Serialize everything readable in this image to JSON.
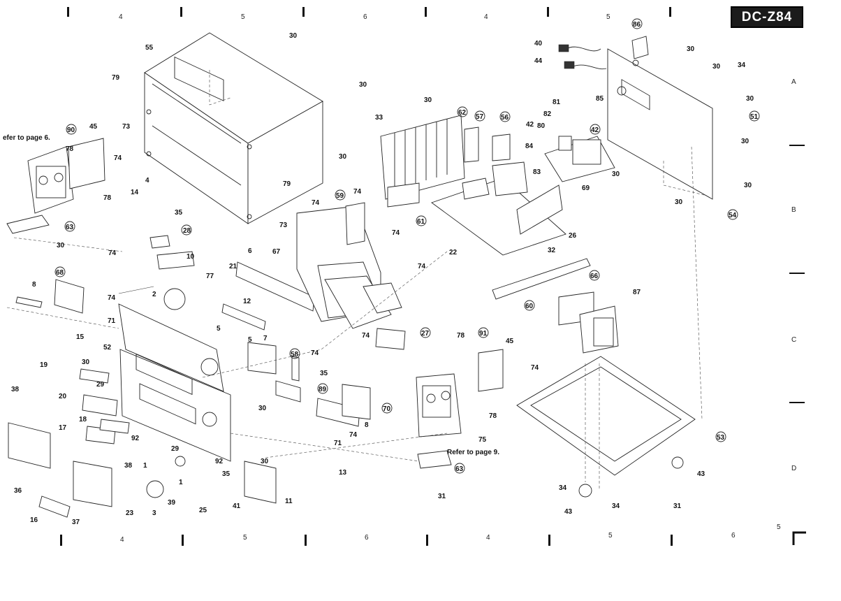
{
  "header": {
    "model": "DC-Z84"
  },
  "page_number": "5",
  "grid_columns_top": [
    "4",
    "5",
    "6",
    "4",
    "5"
  ],
  "grid_columns_bottom": [
    "4",
    "5",
    "6",
    "4",
    "5",
    "6"
  ],
  "grid_rows": [
    "A",
    "B",
    "C",
    "D"
  ],
  "notes": {
    "refer_page_6": "efer to page 6.",
    "refer_page_9": "Refer to page 9."
  },
  "callouts": {
    "p55": "55",
    "p79a": "79",
    "p73a": "73",
    "p30a": "30",
    "p30b": "30",
    "p79b": "79",
    "p73b": "73",
    "p90": "90",
    "p45a": "45",
    "p78a": "78",
    "p74a": "74",
    "p78b": "78",
    "p63a": "63",
    "p30c": "30",
    "p14": "14",
    "p4": "4",
    "p35a": "35",
    "p28": "28",
    "p10": "10",
    "p74b": "74",
    "p68": "68",
    "p8a": "8",
    "p74c": "74",
    "p71a": "71",
    "p2": "2",
    "p77": "77",
    "p5a": "5",
    "p15": "15",
    "p52": "52",
    "p5b": "5",
    "p19": "19",
    "p30d": "30",
    "p29a": "29",
    "p20": "20",
    "p18": "18",
    "p17": "17",
    "p38a": "38",
    "p92a": "92",
    "p1": "1",
    "p29b": "29",
    "p38b": "38",
    "p36": "36",
    "p16": "16",
    "p37": "37",
    "p23": "23",
    "p3": "3",
    "p39": "39",
    "p1b": "1",
    "p92b": "92",
    "p35b": "35",
    "p25": "25",
    "p41": "41",
    "p30e": "30",
    "p30f": "30",
    "p11": "11",
    "p33": "33",
    "p30g": "30",
    "p62": "62",
    "p57": "57",
    "p30h": "30",
    "p21": "21",
    "p6": "6",
    "p12": "12",
    "p74d": "74",
    "p59": "59",
    "p74e": "74",
    "p67": "67",
    "p61": "61",
    "p74f": "74",
    "p74g": "74",
    "p74h": "74",
    "p27": "27",
    "p7": "7",
    "p58": "58",
    "p74i": "74",
    "p35c": "35",
    "p89": "89",
    "p70": "70",
    "p8b": "8",
    "p74j": "74",
    "p71b": "71",
    "p13": "13",
    "p22": "22",
    "p56": "56",
    "p84": "84",
    "p83": "83",
    "p26": "26",
    "p32": "32",
    "p60": "60",
    "p40": "40",
    "p44": "44",
    "p86": "86",
    "p30i": "30",
    "p30j": "30",
    "p34a": "34",
    "p30k": "30",
    "p51": "51",
    "p30l": "30",
    "p81": "81",
    "p82": "82",
    "p85": "85",
    "p42a": "42",
    "p80": "80",
    "p42b": "42",
    "p69": "69",
    "p30m": "30",
    "p30n": "30",
    "p30o": "30",
    "p54": "54",
    "p66": "66",
    "p87": "87",
    "p78c": "78",
    "p91": "91",
    "p45b": "45",
    "p74k": "74",
    "p78d": "78",
    "p75": "75",
    "p63b": "63",
    "p31a": "31",
    "p53": "53",
    "p43a": "43",
    "p34b": "34",
    "p43b": "43",
    "p34c": "34",
    "p31b": "31"
  }
}
